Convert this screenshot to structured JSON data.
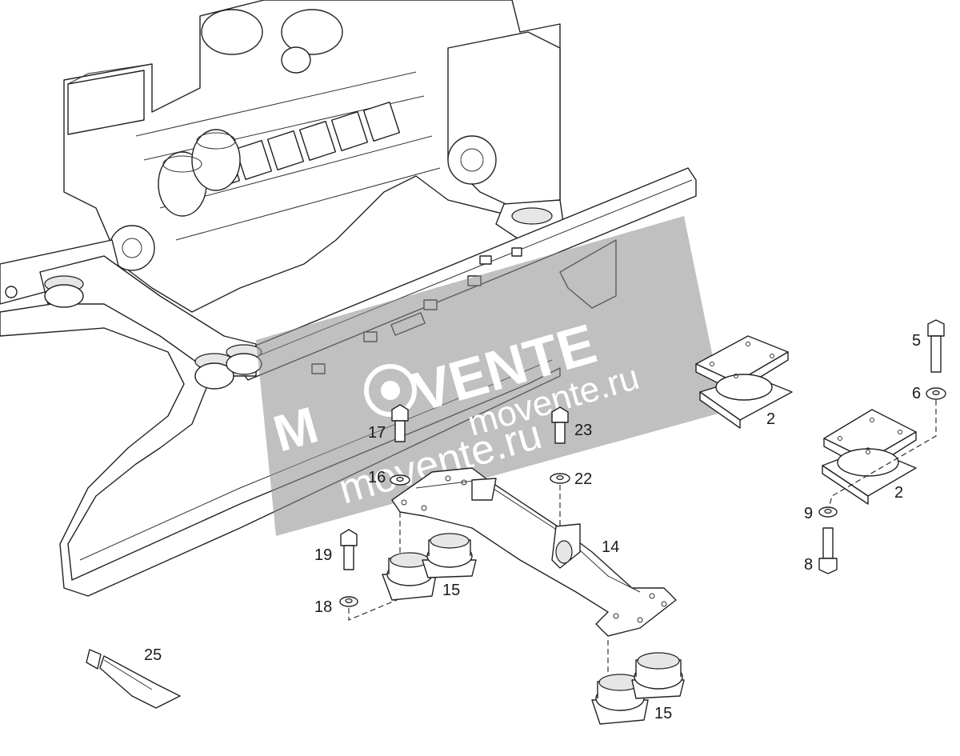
{
  "watermark": {
    "brand": "VENTE",
    "brand_prefix": "M",
    "url_top": "movente.ru",
    "url_bottom": "movente.ru"
  },
  "callouts": [
    {
      "id": "c2a",
      "text": "2"
    },
    {
      "id": "c2b",
      "text": "2"
    },
    {
      "id": "c5",
      "text": "5"
    },
    {
      "id": "c6",
      "text": "6"
    },
    {
      "id": "c8",
      "text": "8"
    },
    {
      "id": "c9",
      "text": "9"
    },
    {
      "id": "c14",
      "text": "14"
    },
    {
      "id": "c15a",
      "text": "15"
    },
    {
      "id": "c15b",
      "text": "15"
    },
    {
      "id": "c16",
      "text": "16"
    },
    {
      "id": "c17",
      "text": "17"
    },
    {
      "id": "c18",
      "text": "18"
    },
    {
      "id": "c19",
      "text": "19"
    },
    {
      "id": "c22",
      "text": "22"
    },
    {
      "id": "c23",
      "text": "23"
    },
    {
      "id": "c25",
      "text": "25"
    }
  ]
}
